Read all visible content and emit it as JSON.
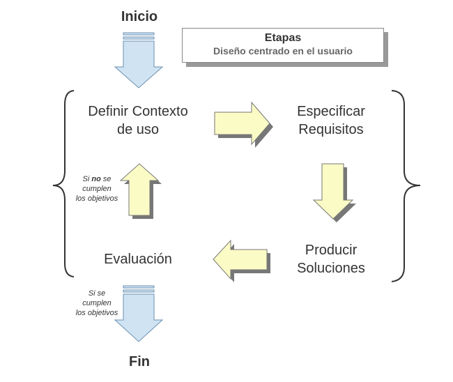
{
  "start_label": "Inicio",
  "end_label": "Fin",
  "legend": {
    "title": "Etapas",
    "subtitle": "Diseño centrado en el usuario"
  },
  "steps": {
    "define": [
      "Definir Contexto",
      "de uso"
    ],
    "specify": [
      "Especificar",
      "Requisitos"
    ],
    "produce": [
      "Producir",
      "Soluciones"
    ],
    "evaluate": "Evaluación"
  },
  "notes": {
    "not_met": {
      "prefix": "Si ",
      "emphasis": "no",
      "suffix": " se",
      "line2": "cumplen",
      "line3": "los objetivos"
    },
    "met": {
      "line1": "Si se",
      "line2": "cumplen",
      "line3": "los objetivos"
    }
  },
  "colors": {
    "blue_arrow_fill": "#cfe3f3",
    "blue_arrow_stroke": "#6b8fb0",
    "yellow_arrow_fill": "#fbfbc6",
    "arrow_shadow": "#777777",
    "brace": "#333333"
  }
}
